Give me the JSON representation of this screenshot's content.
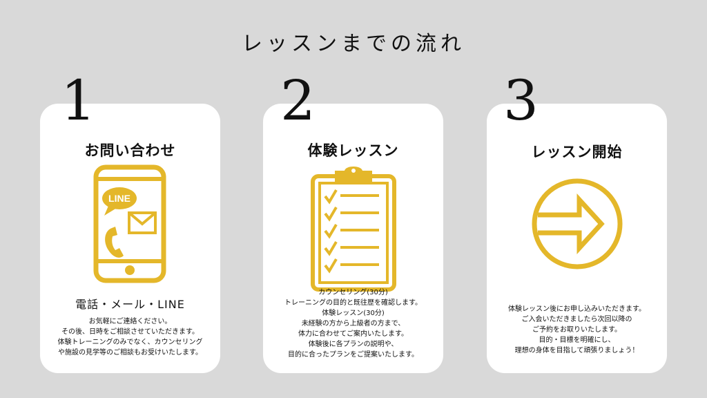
{
  "page": {
    "title": "レッスンまでの流れ"
  },
  "colors": {
    "background": "#d9d9d9",
    "card": "#ffffff",
    "accent": "#e4b72a",
    "text": "#111111"
  },
  "steps": [
    {
      "number": "1",
      "title": "お問い合わせ",
      "icon": "smartphone-contact-icon",
      "icon_badge": "LINE",
      "contact": "電話・メール・LINE",
      "lines": [
        "お気軽にご連絡ください。",
        "その後、日時をご相談させていただきます。",
        "体験トレーニングのみでなく、カウンセリング",
        "や施設の見学等のご相談もお受けいたします。"
      ]
    },
    {
      "number": "2",
      "title": "体験レッスン",
      "icon": "clipboard-checklist-icon",
      "lines": [
        "カウンセリング(30分)",
        "トレーニングの目的と既往歴を確認します。",
        "体験レッスン(30分)",
        "未経験の方から上級者の方まで、",
        "体力に合わせてご案内いたします。",
        "体験後に各プランの説明や、",
        "目的に合ったプランをご提案いたします。"
      ]
    },
    {
      "number": "3",
      "title": "レッスン開始",
      "icon": "arrow-circle-icon",
      "lines": [
        "体験レッスン後にお申し込みいただきます。",
        "ご入会いただきましたら次回以降の",
        "ご予約をお取りいたします。",
        "目的・目標を明確にし、",
        "理想の身体を目指して頑張りましょう！"
      ]
    }
  ]
}
